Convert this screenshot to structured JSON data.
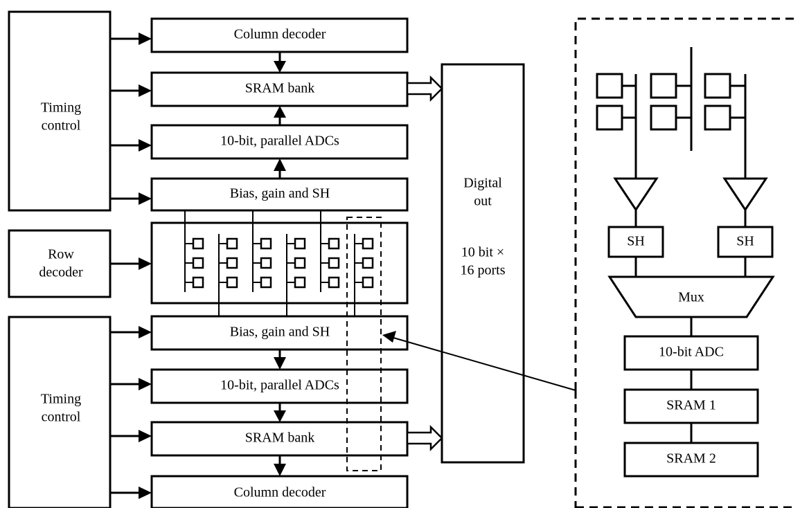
{
  "blocks": {
    "timing_top": [
      "Timing",
      "control"
    ],
    "row_decoder": [
      "Row",
      "decoder"
    ],
    "timing_bottom": [
      "Timing",
      "control"
    ],
    "col_dec_top": "Column decoder",
    "sram_top": "SRAM bank",
    "adc_top": "10-bit, parallel ADCs",
    "bias_top": "Bias, gain and SH",
    "bias_bottom": "Bias, gain and SH",
    "adc_bottom": "10-bit, parallel ADCs",
    "sram_bottom": "SRAM bank",
    "col_dec_bottom": "Column decoder",
    "digital_out": [
      "Digital",
      "out",
      "10 bit ×",
      "16 ports"
    ]
  },
  "detail": {
    "sh_left": "SH",
    "sh_right": "SH",
    "mux": "Mux",
    "adc": "10-bit ADC",
    "sram1": "SRAM 1",
    "sram2": "SRAM 2"
  }
}
